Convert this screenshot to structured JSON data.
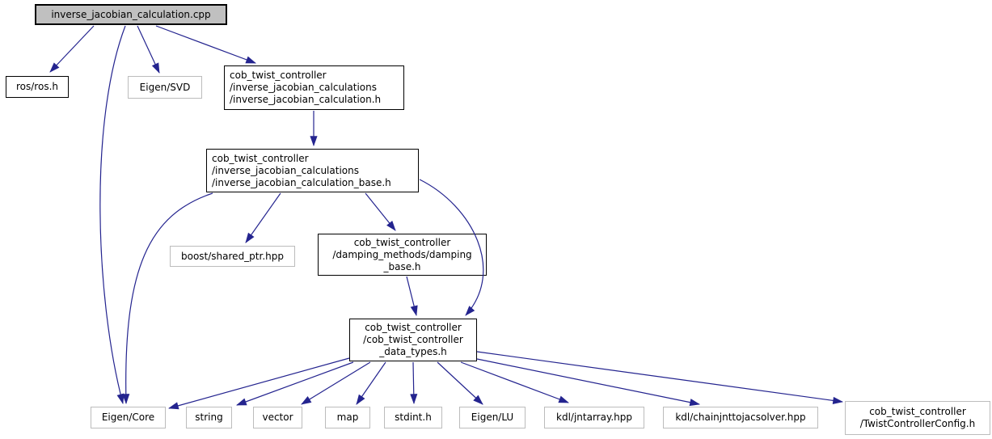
{
  "diagram": {
    "kind": "include-dependency-graph",
    "colors": {
      "edge": "#24248f",
      "node_border": "#000000",
      "leaf_border": "#bcbcbc",
      "root_fill": "#c0c0c0",
      "node_fill": "#ffffff",
      "text": "#000000"
    },
    "nodes": [
      {
        "id": "inverse_jacobian_calculation_cpp",
        "lines": [
          "inverse_jacobian_calculation.cpp"
        ]
      },
      {
        "id": "ros_ros_h",
        "lines": [
          "ros/ros.h"
        ]
      },
      {
        "id": "eigen_svd",
        "lines": [
          "Eigen/SVD"
        ]
      },
      {
        "id": "inverse_jacobian_calculation_h",
        "lines": [
          "cob_twist_controller",
          "/inverse_jacobian_calculations",
          "/inverse_jacobian_calculation.h"
        ]
      },
      {
        "id": "inverse_jacobian_calculation_base_h",
        "lines": [
          "cob_twist_controller",
          "/inverse_jacobian_calculations",
          "/inverse_jacobian_calculation_base.h"
        ]
      },
      {
        "id": "boost_shared_ptr_hpp",
        "lines": [
          "boost/shared_ptr.hpp"
        ]
      },
      {
        "id": "damping_base_h",
        "lines": [
          "cob_twist_controller",
          "/damping_methods/damping",
          "_base.h"
        ]
      },
      {
        "id": "cob_twist_controller_data_types_h",
        "lines": [
          "cob_twist_controller",
          "/cob_twist_controller",
          "_data_types.h"
        ]
      },
      {
        "id": "eigen_core",
        "lines": [
          "Eigen/Core"
        ]
      },
      {
        "id": "string",
        "lines": [
          "string"
        ]
      },
      {
        "id": "vector",
        "lines": [
          "vector"
        ]
      },
      {
        "id": "map",
        "lines": [
          "map"
        ]
      },
      {
        "id": "stdint_h",
        "lines": [
          "stdint.h"
        ]
      },
      {
        "id": "eigen_lu",
        "lines": [
          "Eigen/LU"
        ]
      },
      {
        "id": "kdl_jntarray_hpp",
        "lines": [
          "kdl/jntarray.hpp"
        ]
      },
      {
        "id": "kdl_chainjnttojacsolver_hpp",
        "lines": [
          "kdl/chainjnttojacsolver.hpp"
        ]
      },
      {
        "id": "twist_controller_config_h",
        "lines": [
          "cob_twist_controller",
          "/TwistControllerConfig.h"
        ]
      }
    ],
    "edges": [
      {
        "from": "inverse_jacobian_calculation_cpp",
        "to": "ros_ros_h"
      },
      {
        "from": "inverse_jacobian_calculation_cpp",
        "to": "eigen_core"
      },
      {
        "from": "inverse_jacobian_calculation_cpp",
        "to": "eigen_svd"
      },
      {
        "from": "inverse_jacobian_calculation_cpp",
        "to": "inverse_jacobian_calculation_h"
      },
      {
        "from": "inverse_jacobian_calculation_h",
        "to": "inverse_jacobian_calculation_base_h"
      },
      {
        "from": "inverse_jacobian_calculation_base_h",
        "to": "boost_shared_ptr_hpp"
      },
      {
        "from": "inverse_jacobian_calculation_base_h",
        "to": "damping_base_h"
      },
      {
        "from": "inverse_jacobian_calculation_base_h",
        "to": "eigen_core"
      },
      {
        "from": "inverse_jacobian_calculation_base_h",
        "to": "cob_twist_controller_data_types_h"
      },
      {
        "from": "damping_base_h",
        "to": "cob_twist_controller_data_types_h"
      },
      {
        "from": "cob_twist_controller_data_types_h",
        "to": "eigen_core"
      },
      {
        "from": "cob_twist_controller_data_types_h",
        "to": "string"
      },
      {
        "from": "cob_twist_controller_data_types_h",
        "to": "vector"
      },
      {
        "from": "cob_twist_controller_data_types_h",
        "to": "map"
      },
      {
        "from": "cob_twist_controller_data_types_h",
        "to": "stdint_h"
      },
      {
        "from": "cob_twist_controller_data_types_h",
        "to": "eigen_lu"
      },
      {
        "from": "cob_twist_controller_data_types_h",
        "to": "kdl_jntarray_hpp"
      },
      {
        "from": "cob_twist_controller_data_types_h",
        "to": "kdl_chainjnttojacsolver_hpp"
      },
      {
        "from": "cob_twist_controller_data_types_h",
        "to": "twist_controller_config_h"
      }
    ]
  }
}
